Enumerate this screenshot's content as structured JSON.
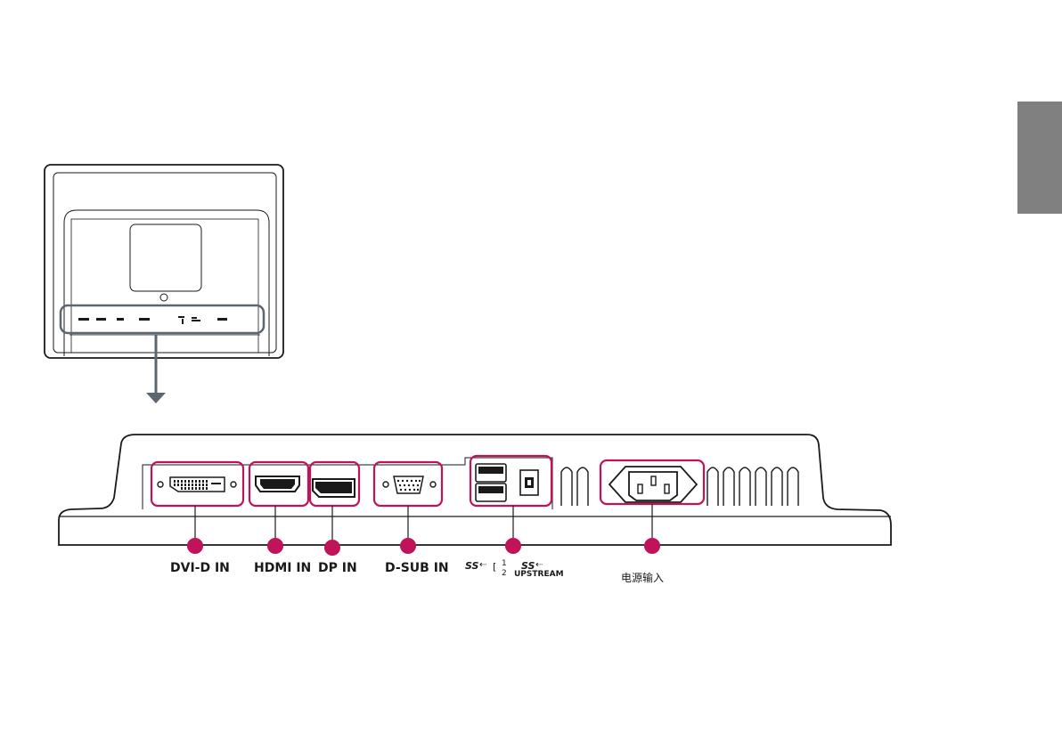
{
  "colors": {
    "accent": "#c0135a",
    "line": "#1a1a1a",
    "arrow": "#5b6670",
    "side_tab": "#808080"
  },
  "side_tab": {
    "color": "#808080"
  },
  "ports": [
    {
      "id": "dvi",
      "label": "DVI-D IN"
    },
    {
      "id": "hdmi",
      "label": "HDMI IN"
    },
    {
      "id": "dp",
      "label": "DP IN"
    },
    {
      "id": "dsub",
      "label": "D-SUB IN"
    },
    {
      "id": "usb"
    },
    {
      "id": "power",
      "label": "电源输入"
    }
  ],
  "usb": {
    "ss_mark": "SS",
    "downstream_1": "1",
    "downstream_2": "2",
    "upstream": "UPSTREAM"
  }
}
